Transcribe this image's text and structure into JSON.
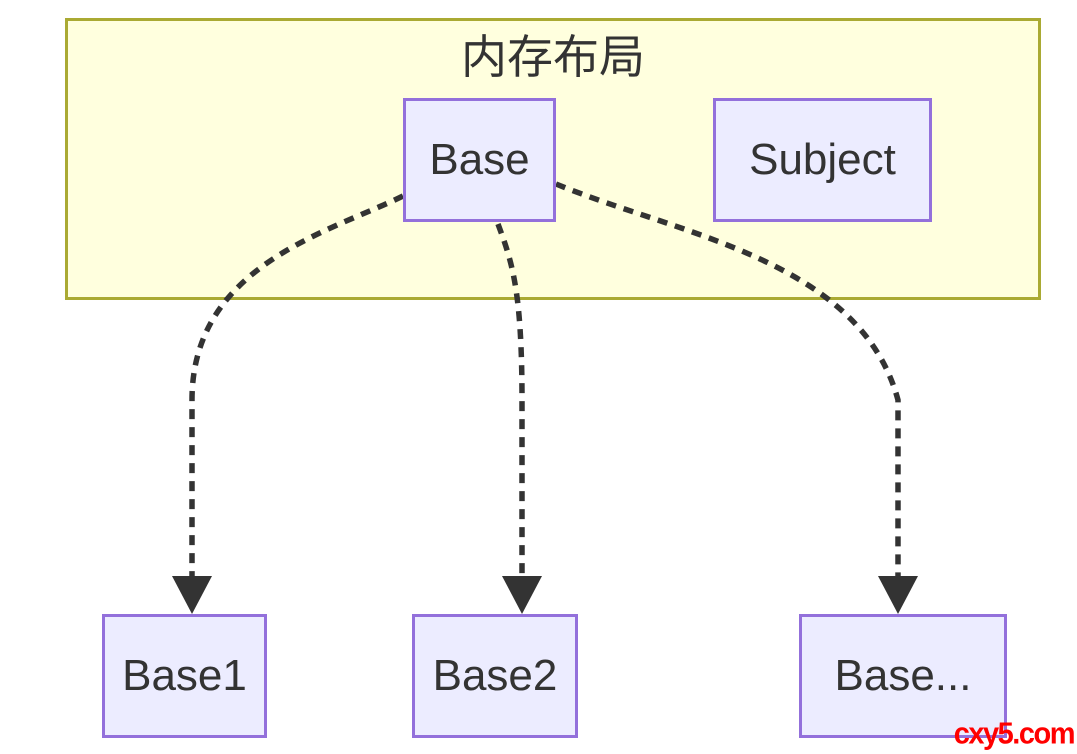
{
  "diagram": {
    "cluster_title": "内存布局",
    "nodes": [
      {
        "id": "base",
        "label": "Base"
      },
      {
        "id": "subject",
        "label": "Subject"
      },
      {
        "id": "base1",
        "label": "Base1"
      },
      {
        "id": "base2",
        "label": "Base2"
      },
      {
        "id": "base_more",
        "label": "Base..."
      }
    ],
    "edges": [
      {
        "from": "base",
        "to": "base1",
        "style": "dashed-arrow"
      },
      {
        "from": "base",
        "to": "base2",
        "style": "dashed-arrow"
      },
      {
        "from": "base",
        "to": "base_more",
        "style": "dashed-arrow"
      }
    ],
    "colors": {
      "cluster_fill": "#ffffde",
      "cluster_border": "#aaaa33",
      "node_fill": "#ececff",
      "node_border": "#9370db",
      "edge_color": "#333333",
      "text_color": "#333333",
      "watermark_color": "#ff0000"
    },
    "watermark": "cxy5.com"
  }
}
